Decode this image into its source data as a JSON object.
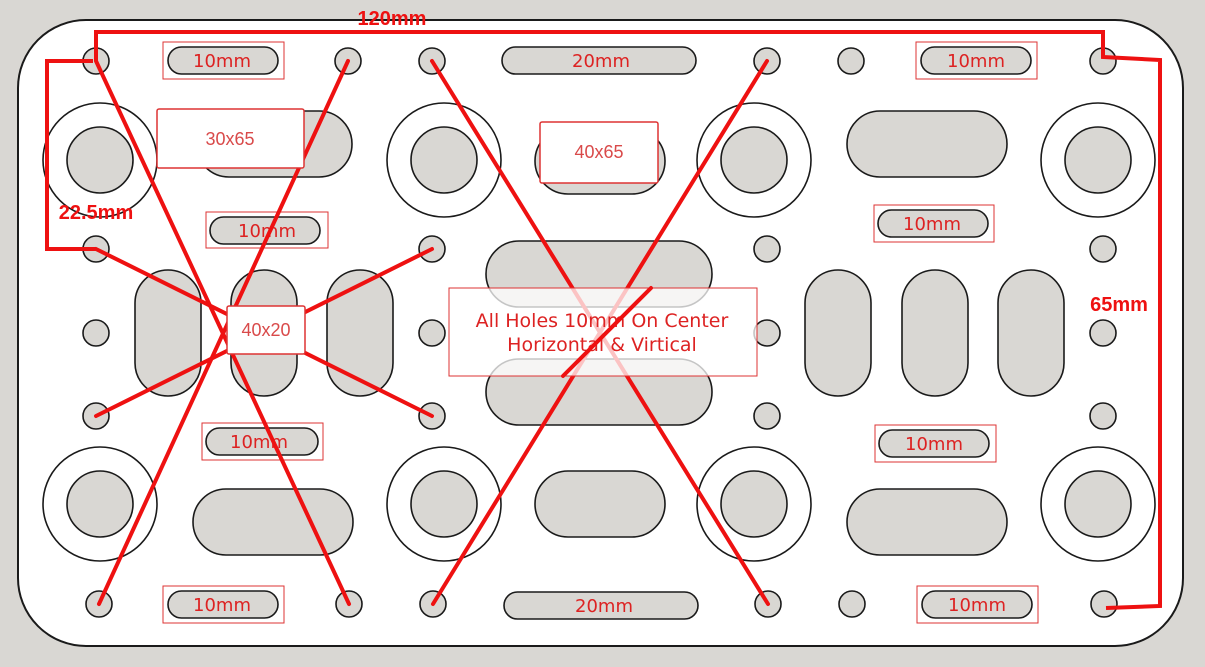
{
  "labels": {
    "slot_10mm": "10mm",
    "slot_20mm": "20mm",
    "label_30x65": "30x65",
    "label_40x65": "40x65",
    "label_40x20": "40x20",
    "note_line1": "All Holes 10mm On Center",
    "note_line2": "Horizontal & Virtical"
  },
  "dimensions": {
    "width": "120mm",
    "height": "65mm",
    "offset": "22.5mm"
  },
  "colors": {
    "background": "#d9d7d3",
    "plate": "#ffffff",
    "hole_fill": "#d9d7d3",
    "outline": "#1a1a1a",
    "annotation_red": "#ee1111",
    "label_text": "#d94a4a"
  }
}
